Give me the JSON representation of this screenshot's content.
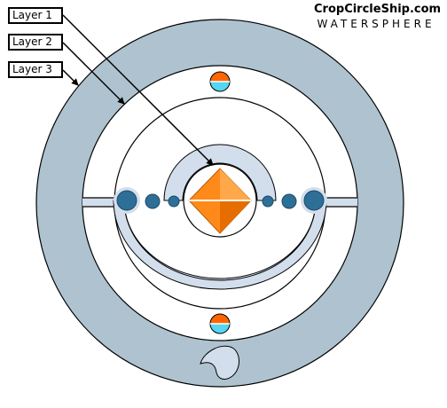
{
  "brand": {
    "title": "CropCircleShip.com",
    "subtitle": "WATERSPHERE"
  },
  "labels": {
    "layer1": "Layer 1",
    "layer2": "Layer 2",
    "layer3": "Layer 3"
  },
  "colors": {
    "outer_ring": "#aec3cf",
    "inner_ring": "#d3deec",
    "nodes": "#2e6f98",
    "crystal": "#ff8a1a",
    "indicator_top": "#ff6600",
    "indicator_bottom": "#55d6f2",
    "crescent": "#d3deec",
    "outline": "#000000"
  }
}
